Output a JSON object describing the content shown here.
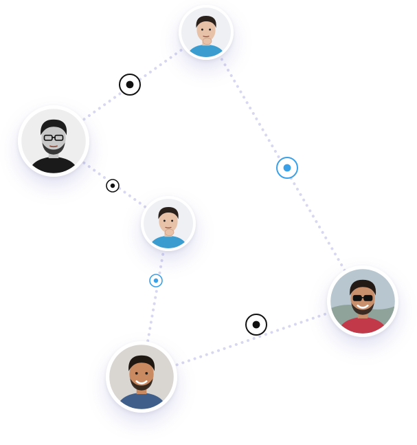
{
  "colors": {
    "connector": "#d7d7f0",
    "node_dark": "#111111",
    "node_accent": "#3aa0e8",
    "ring_bg": "#ffffff"
  },
  "people": [
    {
      "id": "top",
      "icon": "man-portrait-icon",
      "tone": "light",
      "shirt": "#3b9ccf"
    },
    {
      "id": "left",
      "icon": "man-portrait-icon",
      "tone": "grayscale",
      "shirt": "#1a1a1a"
    },
    {
      "id": "middle",
      "icon": "man-portrait-icon",
      "tone": "light",
      "shirt": "#3b9ccf"
    },
    {
      "id": "right",
      "icon": "man-portrait-icon",
      "tone": "outdoor",
      "shirt": "#c23a4a"
    },
    {
      "id": "bottom",
      "icon": "man-portrait-icon",
      "tone": "warm",
      "shirt": "#3f5f8a"
    }
  ],
  "links": [
    {
      "from": "left",
      "to": "top",
      "node": "dark"
    },
    {
      "from": "top",
      "to": "right",
      "node": "accent"
    },
    {
      "from": "left",
      "to": "middle",
      "node": "dark"
    },
    {
      "from": "middle",
      "to": "bottom",
      "node": "accent"
    },
    {
      "from": "bottom",
      "to": "right",
      "node": "dark"
    }
  ]
}
